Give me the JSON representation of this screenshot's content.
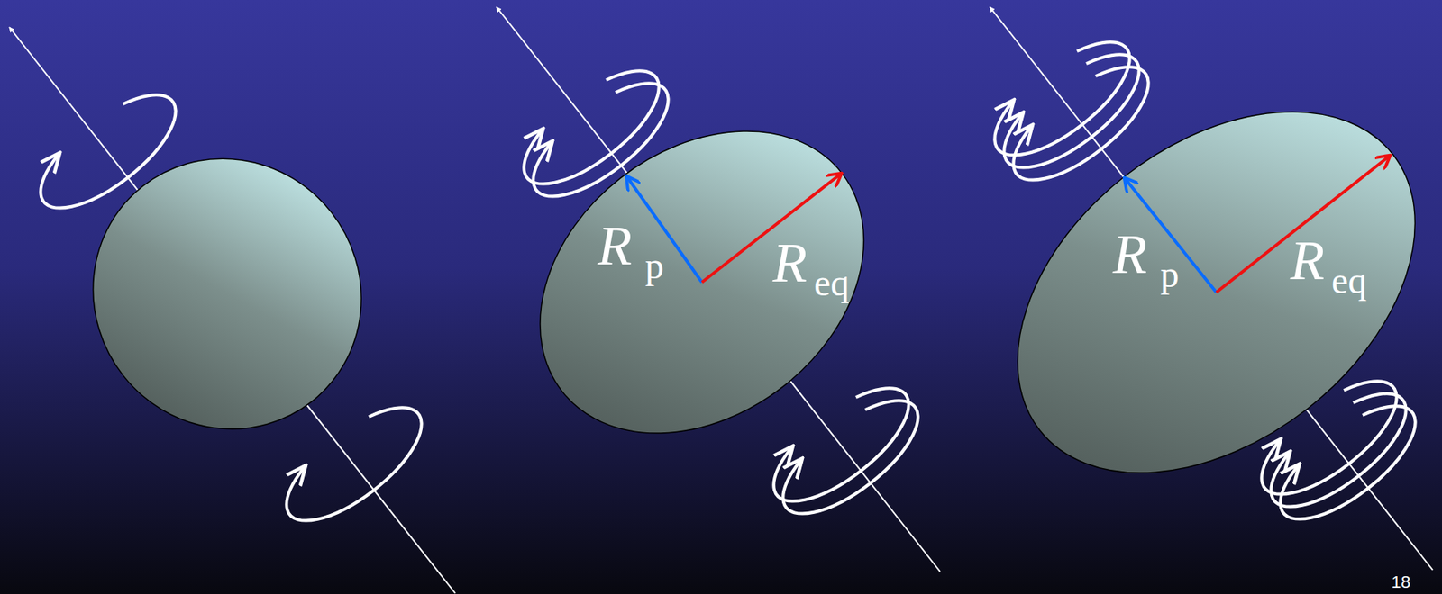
{
  "diagram": {
    "labels": [
      "R",
      "p",
      "R",
      "eq",
      "R",
      "p",
      "R",
      "eq",
      "18"
    ]
  }
}
